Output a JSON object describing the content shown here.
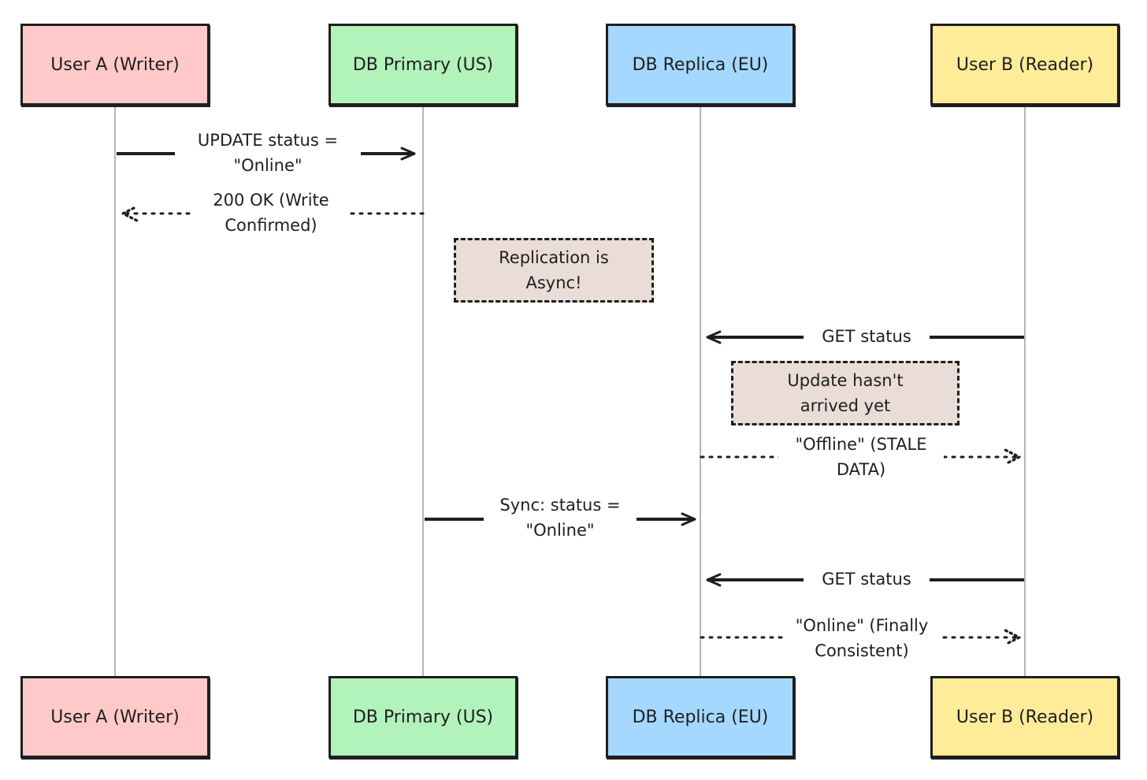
{
  "participants": [
    {
      "name": "User A (Writer)",
      "color": "#ffc9c9"
    },
    {
      "name": "DB Primary (US)",
      "color": "#b2f2bb"
    },
    {
      "name": "DB Replica (EU)",
      "color": "#a5d8ff"
    },
    {
      "name": "User B (Reader)",
      "color": "#ffec99"
    }
  ],
  "messages": [
    {
      "label": "UPDATE status = \"Online\"",
      "from": "User A (Writer)",
      "to": "DB Primary (US)",
      "style": "solid"
    },
    {
      "label": "200 OK (Write Confirmed)",
      "from": "DB Primary (US)",
      "to": "User A (Writer)",
      "style": "dotted"
    },
    {
      "label": "GET status",
      "from": "User B (Reader)",
      "to": "DB Replica (EU)",
      "style": "solid"
    },
    {
      "label": "\"Offline\" (STALE DATA)",
      "from": "DB Replica (EU)",
      "to": "User B (Reader)",
      "style": "dotted"
    },
    {
      "label": "Sync: status = \"Online\"",
      "from": "DB Primary (US)",
      "to": "DB Replica (EU)",
      "style": "solid"
    },
    {
      "label": "GET status",
      "from": "User B (Reader)",
      "to": "DB Replica (EU)",
      "style": "solid"
    },
    {
      "label": "\"Online\" (Finally Consistent)",
      "from": "DB Replica (EU)",
      "to": "User B (Reader)",
      "style": "dotted"
    }
  ],
  "notes": [
    {
      "text": "Replication is Async!",
      "color": "#eaddd7"
    },
    {
      "text": "Update hasn't arrived yet",
      "color": "#eaddd7"
    }
  ]
}
